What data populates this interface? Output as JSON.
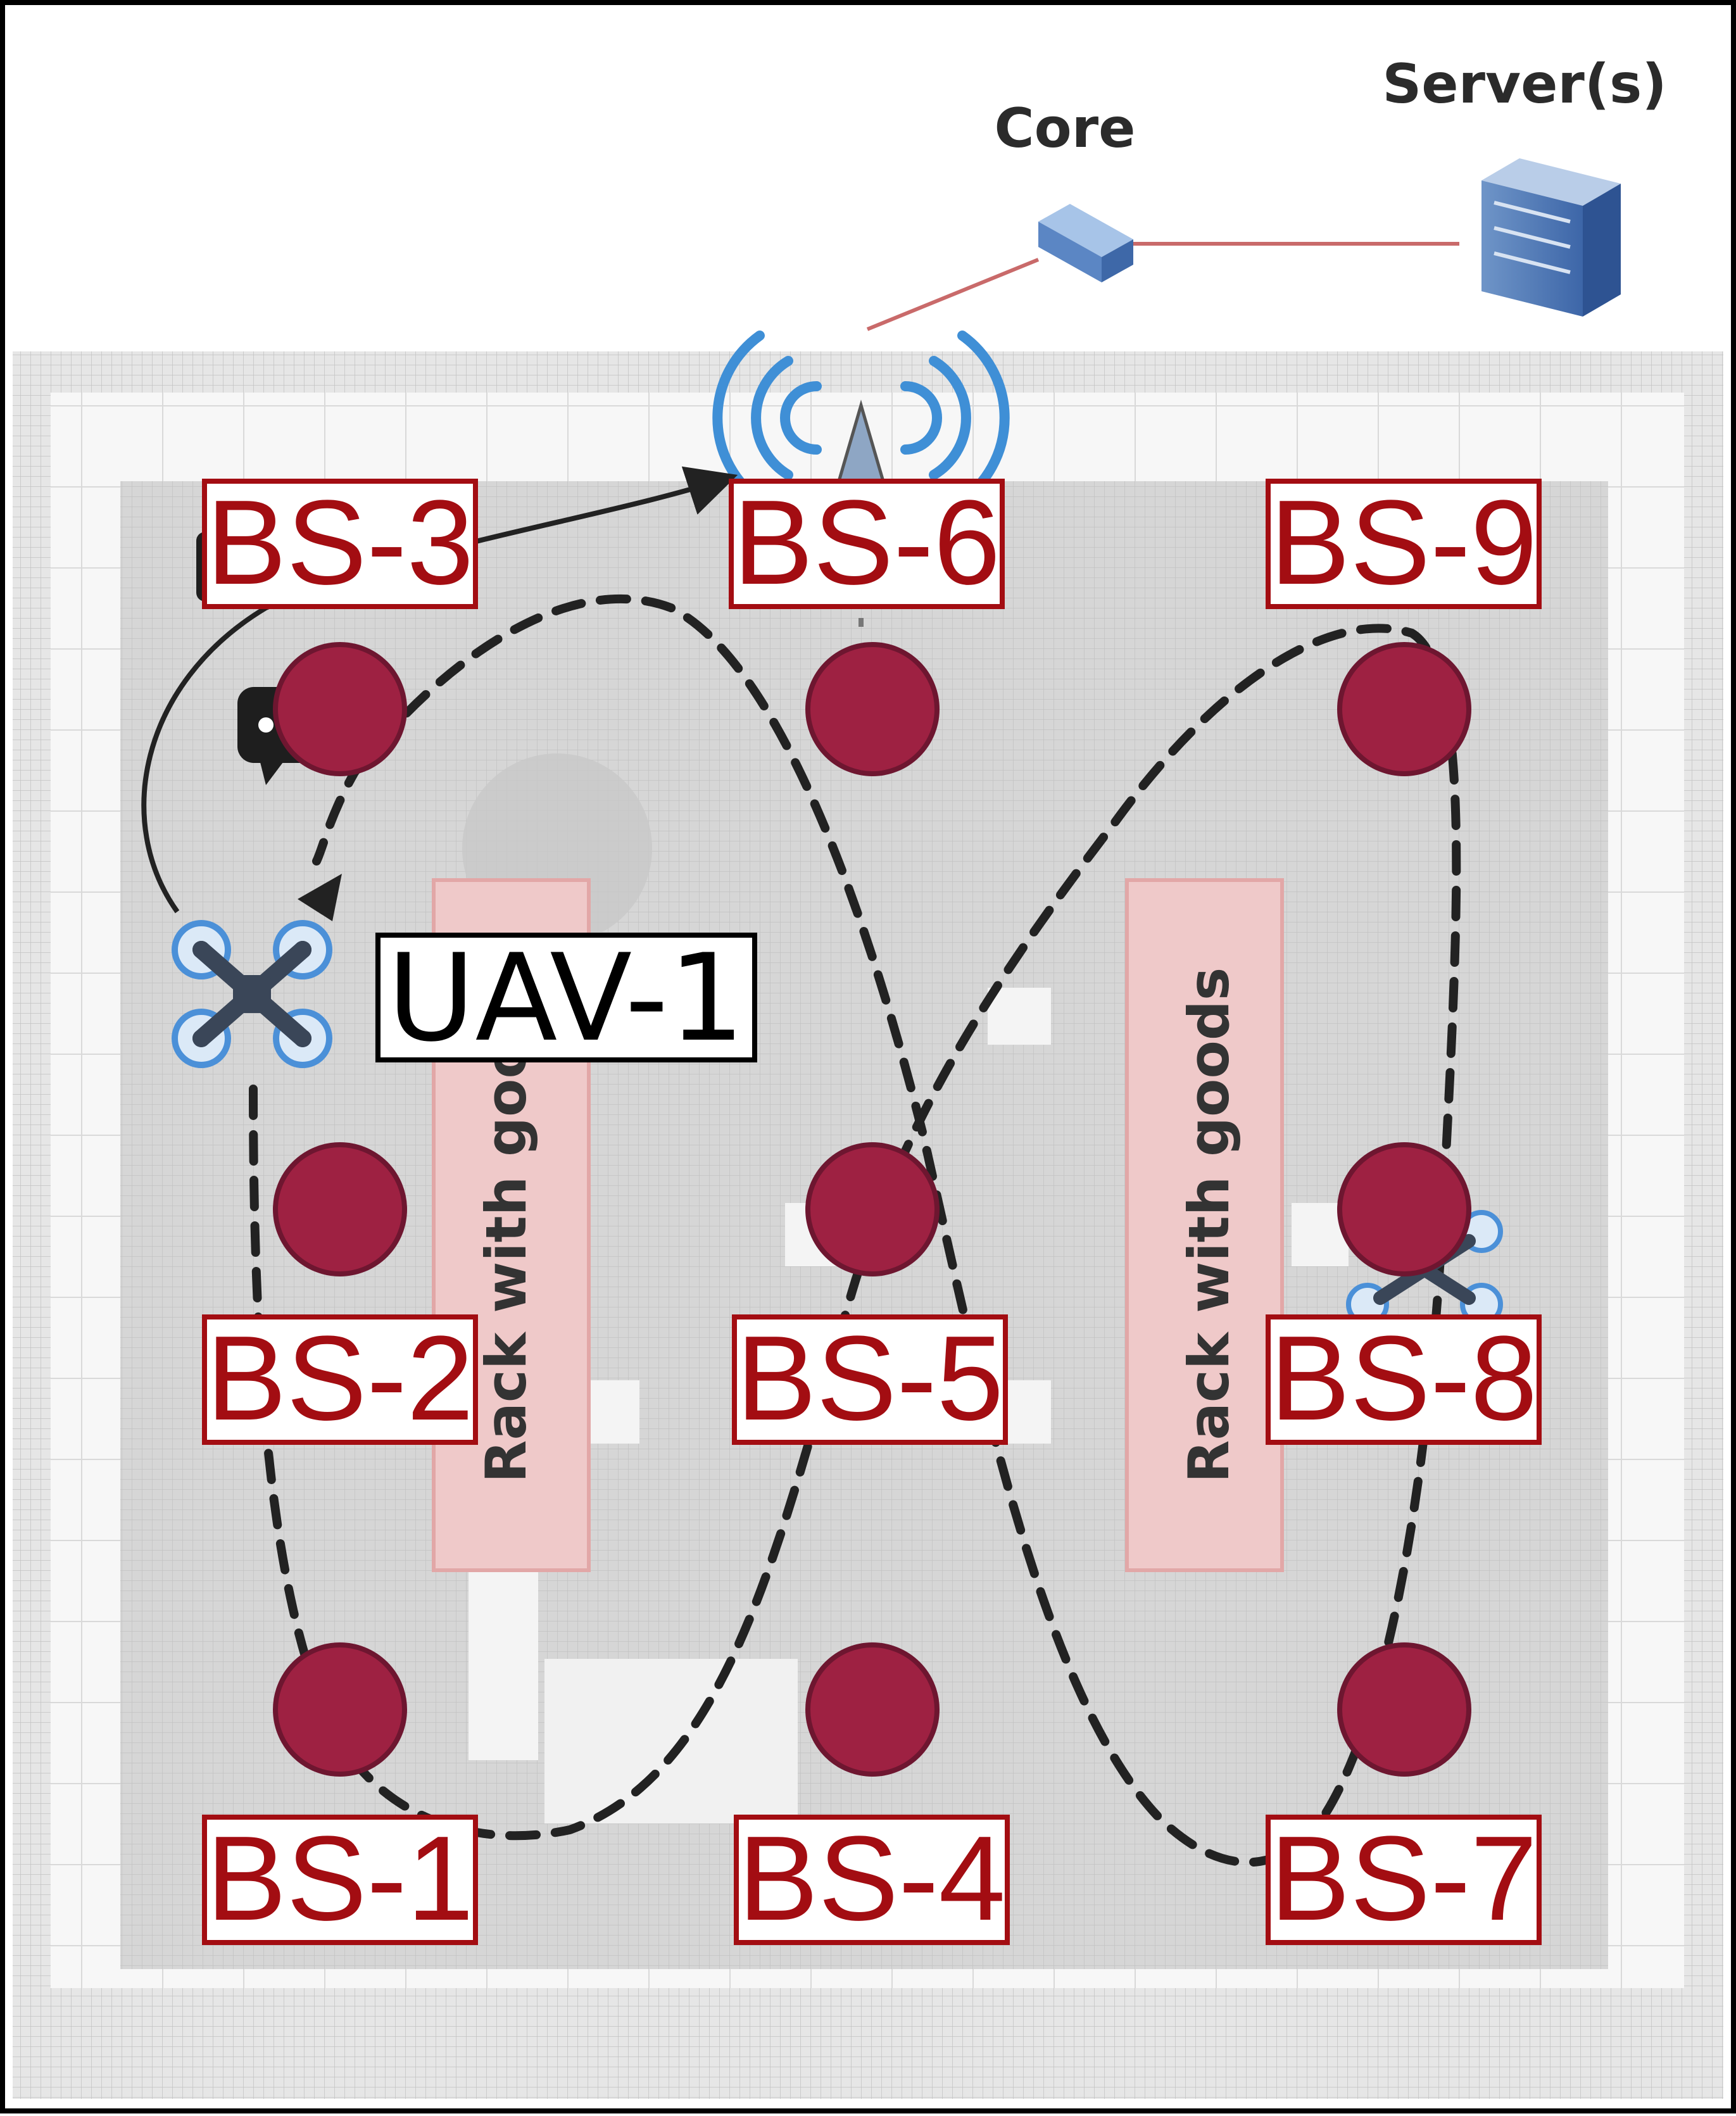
{
  "network": {
    "core_label": "Core",
    "server_label": "Server(s)",
    "core_icon": "router-icon",
    "server_icon": "server-rack-icon",
    "antenna_icon": "wireless-antenna-icon"
  },
  "racks": [
    {
      "label": "Rack with goods"
    },
    {
      "label": "Rack with goods"
    }
  ],
  "uav": {
    "label": "UAV-1",
    "icon": "quadcopter-icon"
  },
  "base_stations": [
    {
      "label": "BS-1"
    },
    {
      "label": "BS-2"
    },
    {
      "label": "BS-3"
    },
    {
      "label": "BS-4"
    },
    {
      "label": "BS-5"
    },
    {
      "label": "BS-6"
    },
    {
      "label": "BS-7"
    },
    {
      "label": "BS-8"
    },
    {
      "label": "BS-9"
    }
  ],
  "colors": {
    "bs_fill": "#9e2142",
    "bs_stroke": "#6e1630",
    "bs_label_text": "#a30d12",
    "bs_label_border": "#a30d12",
    "rack_fill": "#efc9c9",
    "rack_border": "#e2a7a7",
    "floor": "#d8d8d8",
    "link": "#c96a6a",
    "signal": "#3f8fd6",
    "uav_body": "#3a4658",
    "uav_rotor": "#4b90d8"
  }
}
